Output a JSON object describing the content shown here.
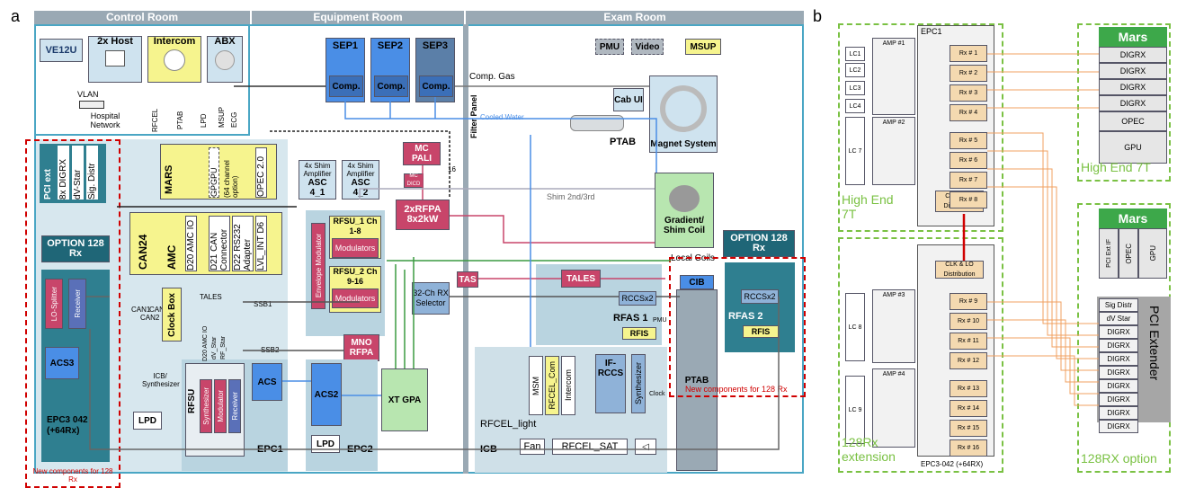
{
  "panel_a": {
    "letter": "a",
    "rooms": {
      "control": "Control Room",
      "equipment": "Equipment Room",
      "exam": "Exam Room"
    },
    "control": {
      "ve12u": "VE12U",
      "host": "2x Host",
      "intercom": "Intercom",
      "abx": "ABX",
      "vlan": "VLAN",
      "hospital_network": "Hospital Network",
      "abx_signals": [
        "RFCEL",
        "PTAB",
        "LPD",
        "MSUP",
        "ECG"
      ]
    },
    "equipment": {
      "sep1": "SEP1",
      "sep2": "SEP2",
      "sep3": "SEP3",
      "comp": "Comp.",
      "mars": "MARS",
      "gpgpu": "GPGPU",
      "gpgpu_note": "(64 channel option)",
      "opec": "OPEC 2.0",
      "pci_ext": "PCI ext",
      "digrx": "8x DIGRX",
      "dvstar": "dV-Star",
      "sigdistr": "Sig. Distr",
      "shim1_label": "4x Shim Amplifier",
      "shim1": "ASC 4_1",
      "shim2_label": "4x Shim Amplifier",
      "shim2": "ASC 4_2",
      "mcpali": "MC PALI",
      "mcdicd": "MC DICD",
      "num16": "16",
      "rfpa": "2xRFPA 8x2kW",
      "can24": "CAN24",
      "amc": "AMC",
      "amc_modules": [
        "D20 AMC IO",
        "D21 CAN Connector",
        "D22 RS232 Adapter",
        "LVL_INT D6"
      ],
      "can_labels": [
        "CAN1",
        "CAN3",
        "CAN2"
      ],
      "tales_small": "TALES",
      "rfsu1": "RFSU_1 Ch 1-8",
      "rfsu2": "RFSU_2 Ch 9-16",
      "modulators": "Modulators",
      "envelope": "Envelope Modulator",
      "selector": "32-Ch RX Selector",
      "tas": "TAS",
      "ssb1": "SSB1",
      "ssb2": "SSB2",
      "mno": "MNO RFPA",
      "clockbox": "Clock Box",
      "icb_synth": "ICB/ Synthesizer",
      "acs": "ACS",
      "acs2": "ACS2",
      "xtgpa": "XT GPA",
      "lpd": "LPD",
      "epc1": "EPC1",
      "epc2": "EPC2",
      "rfsu": "RFSU",
      "synth": "Synthesizer",
      "modulator": "Modulator",
      "receiver": "Receiver",
      "rfsu_small": [
        "D20 AMC IO",
        "dV_Star",
        "RF_Star"
      ],
      "option": "OPTION 128 Rx",
      "losplitter": "LO-Splitter",
      "receiver_left": "Receiver",
      "acs3": "ACS3",
      "epc3": "EPC3 042 (+64Rx)",
      "new_left": "New components for 128 Rx"
    },
    "exam": {
      "pmu": "PMU",
      "video": "Video",
      "msup": "MSUP",
      "comp_gas": "Comp. Gas",
      "filter_panel": "Filter Panel",
      "cooled_water": "Cooled Water",
      "cabui": "Cab UI",
      "ptab": "PTAB",
      "magnet": "Magnet System",
      "shim2nd": "Shim 2nd/3rd",
      "gradient": "Gradient/ Shim Coil",
      "option": "OPTION 128 Rx",
      "local_coils": "Local Coils",
      "tales": "TALES",
      "rccsx2": "RCCSx2",
      "rfas1": "RFAS 1",
      "rfis": "RFIS",
      "pmu_small": "PMU",
      "cib": "CIB",
      "ptab2": "PTAB",
      "rccsx2b": "RCCSx2",
      "rfas2": "RFAS 2",
      "rfis2": "RFIS",
      "rfcel_light": "RFCEL_light",
      "msm": "MSM",
      "rfcel_com": "RFCEL_Com",
      "intercom": "Intercom",
      "ifrccs": "IF- RCCS",
      "synthesizer": "Synthesizer",
      "clock": "Clock",
      "icb": "ICB",
      "fan": "Fan",
      "rfcel_sat": "RFCEL_SAT",
      "new_right": "New components for 128 Rx"
    }
  },
  "panel_b": {
    "letter": "b",
    "epc1": "EPC1",
    "lc": [
      "LC1",
      "LC2",
      "LC3",
      "LC4",
      "LC 7"
    ],
    "amp1": "AMP #1",
    "amp2": "AMP #2",
    "amp3": "AMP #3",
    "amp4": "AMP #4",
    "rx_top": [
      "Rx # 1",
      "Rx # 2",
      "Rx # 3",
      "Rx # 4",
      "Rx # 5",
      "Rx # 6",
      "Rx # 7",
      "Rx # 8"
    ],
    "clk_lo": "CLK & LO Distribution",
    "high_end_left": "High End 7T",
    "mars": "Mars",
    "mars_rows": [
      "DIGRX",
      "DIGRX",
      "DIGRX",
      "DIGRX",
      "OPEC",
      "GPU"
    ],
    "high_end_right": "High End 7T",
    "lc_bottom": [
      "LC 8",
      "LC 9"
    ],
    "clk_lo2": "CLK & LO Distribution",
    "rx_bottom": [
      "Rx # 9",
      "Rx # 10",
      "Rx # 11",
      "Rx # 12",
      "Rx # 13",
      "Rx # 14",
      "Rx # 15",
      "Rx # 16"
    ],
    "epc3": "EPC3-042 (+64RX)",
    "ext": "128Rx extension",
    "mars2": "Mars",
    "mars2_cols": [
      "PCI Ext IF",
      "OPEC",
      "GPU"
    ],
    "pci_rows": [
      "Sig Distr",
      "dV Star",
      "DIGRX",
      "DIGRX",
      "DIGRX",
      "DIGRX",
      "DIGRX",
      "DIGRX",
      "DIGRX",
      "DIGRX"
    ],
    "pci_extender": "PCI Extender",
    "rx128": "128RX option"
  },
  "colors": {
    "yellow": "#f6f48e",
    "red": "#c8456a",
    "blue": "#4a8ee6",
    "teal": "#2f7f90",
    "green": "#7ac143"
  }
}
